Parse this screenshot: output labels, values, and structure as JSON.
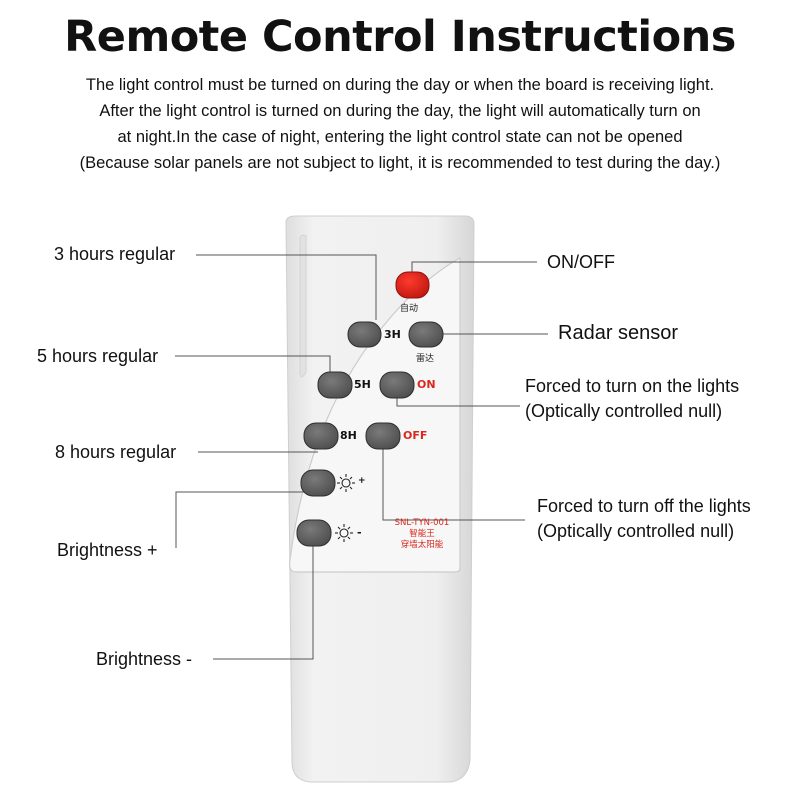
{
  "title": "Remote Control Instructions",
  "description": [
    "The light control must be turned on during the day or when the board is receiving light.",
    "After the light control is turned on during the day, the light will automatically turn on",
    "at night.In the case of night, entering the light control state can not be opened",
    "(Because solar panels are not subject to light, it is recommended to test during the day.)"
  ],
  "labels": {
    "hours3": "3 hours regular",
    "hours5": "5 hours regular",
    "hours8": "8 hours regular",
    "brightness_plus": "Brightness +",
    "brightness_minus": "Brightness -",
    "onoff": "ON/OFF",
    "radar": "Radar sensor",
    "force_on_1": "Forced to turn on the lights",
    "force_on_2": "(Optically controlled null)",
    "force_off_1": "Forced to turn off the lights",
    "force_off_2": "(Optically controlled null)"
  },
  "remote": {
    "auto_label": "自动",
    "btn_3h": "3H",
    "radar_cn": "雷达",
    "btn_5h": "5H",
    "on": "ON",
    "btn_8h": "8H",
    "off": "OFF",
    "plus": "+",
    "minus": "-",
    "model_1": "SNL-TYN-001",
    "model_2": "智能王",
    "model_3": "穿墙太阳能"
  },
  "colors": {
    "button_gray": "#5e5e5e",
    "power_red": "#e0241b",
    "label_red": "#d8281e",
    "remote_body": "#ececec"
  }
}
